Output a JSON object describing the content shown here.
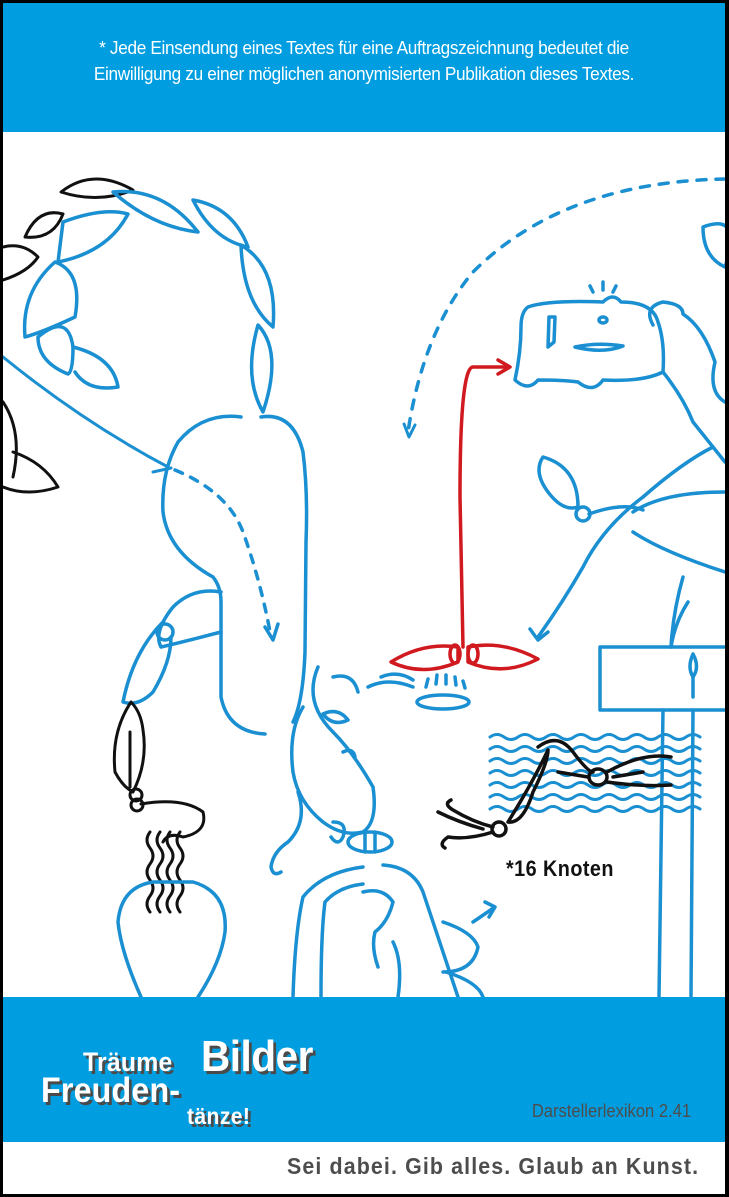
{
  "header": {
    "disclaimer_line1": "* Jede Einsendung eines Textes für eine Auftragszeichnung bedeutet die",
    "disclaimer_line2": "Einwilligung zu einer möglichen anonymisierten Publikation dieses Textes."
  },
  "illustration": {
    "caption": "*16 Knoten",
    "colors": {
      "line_blue": "#1a8fd1",
      "line_red": "#d01a1f",
      "line_black": "#111111"
    }
  },
  "footer": {
    "logo": {
      "word1": "Träume",
      "word2": "Bilder",
      "word3": "Freuden-",
      "word4": "tänze!"
    },
    "catalog_reference": "Darstellerlexikon 2.41",
    "slogan": "Sei dabei. Gib alles. Glaub an Kunst."
  },
  "colors": {
    "band_blue": "#009ee0",
    "text_gray": "#4d4d4d",
    "border": "#000000",
    "background": "#ffffff"
  }
}
